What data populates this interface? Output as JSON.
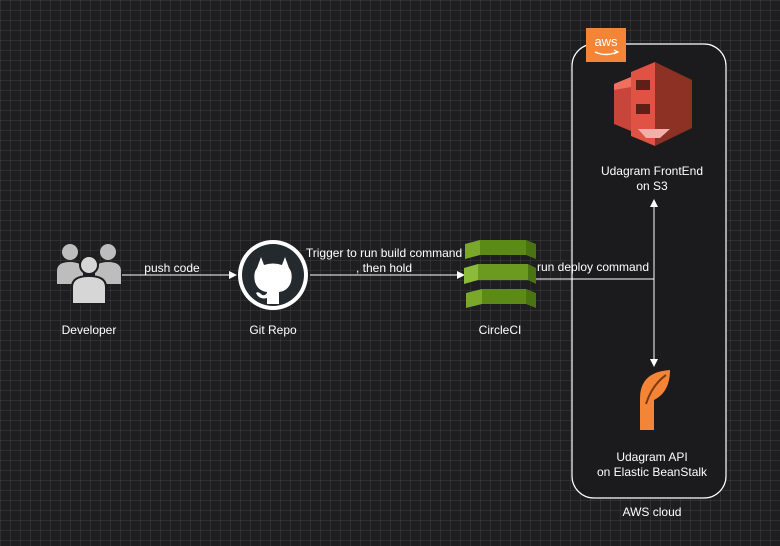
{
  "nodes": {
    "developer": {
      "label": "Developer",
      "icon": "users-icon"
    },
    "git_repo": {
      "label": "Git Repo",
      "icon": "github-icon"
    },
    "circleci": {
      "label": "CircleCI",
      "icon": "circleci-codebuild-icon"
    },
    "frontend": {
      "label_line1": "Udagram FrontEnd",
      "label_line2": "on S3",
      "icon": "s3-bucket-icon"
    },
    "api": {
      "label_line1": "Udagram API",
      "label_line2": "on Elastic BeanStalk",
      "icon": "elastic-beanstalk-icon"
    }
  },
  "edges": {
    "push": "push code",
    "trigger_line1": "Trigger to run build command",
    "trigger_line2": ", then hold",
    "deploy": "run deploy command"
  },
  "group": {
    "label": "AWS cloud",
    "badge": "aws"
  },
  "colors": {
    "background": "#1e1e20",
    "edge": "#ffffff",
    "s3": "#e05243",
    "beanstalk": "#f58536",
    "circleci": "#6a9a1f",
    "aws_badge": "#f58536",
    "github_bg": "#ffffff",
    "github_mark": "#24292e"
  }
}
